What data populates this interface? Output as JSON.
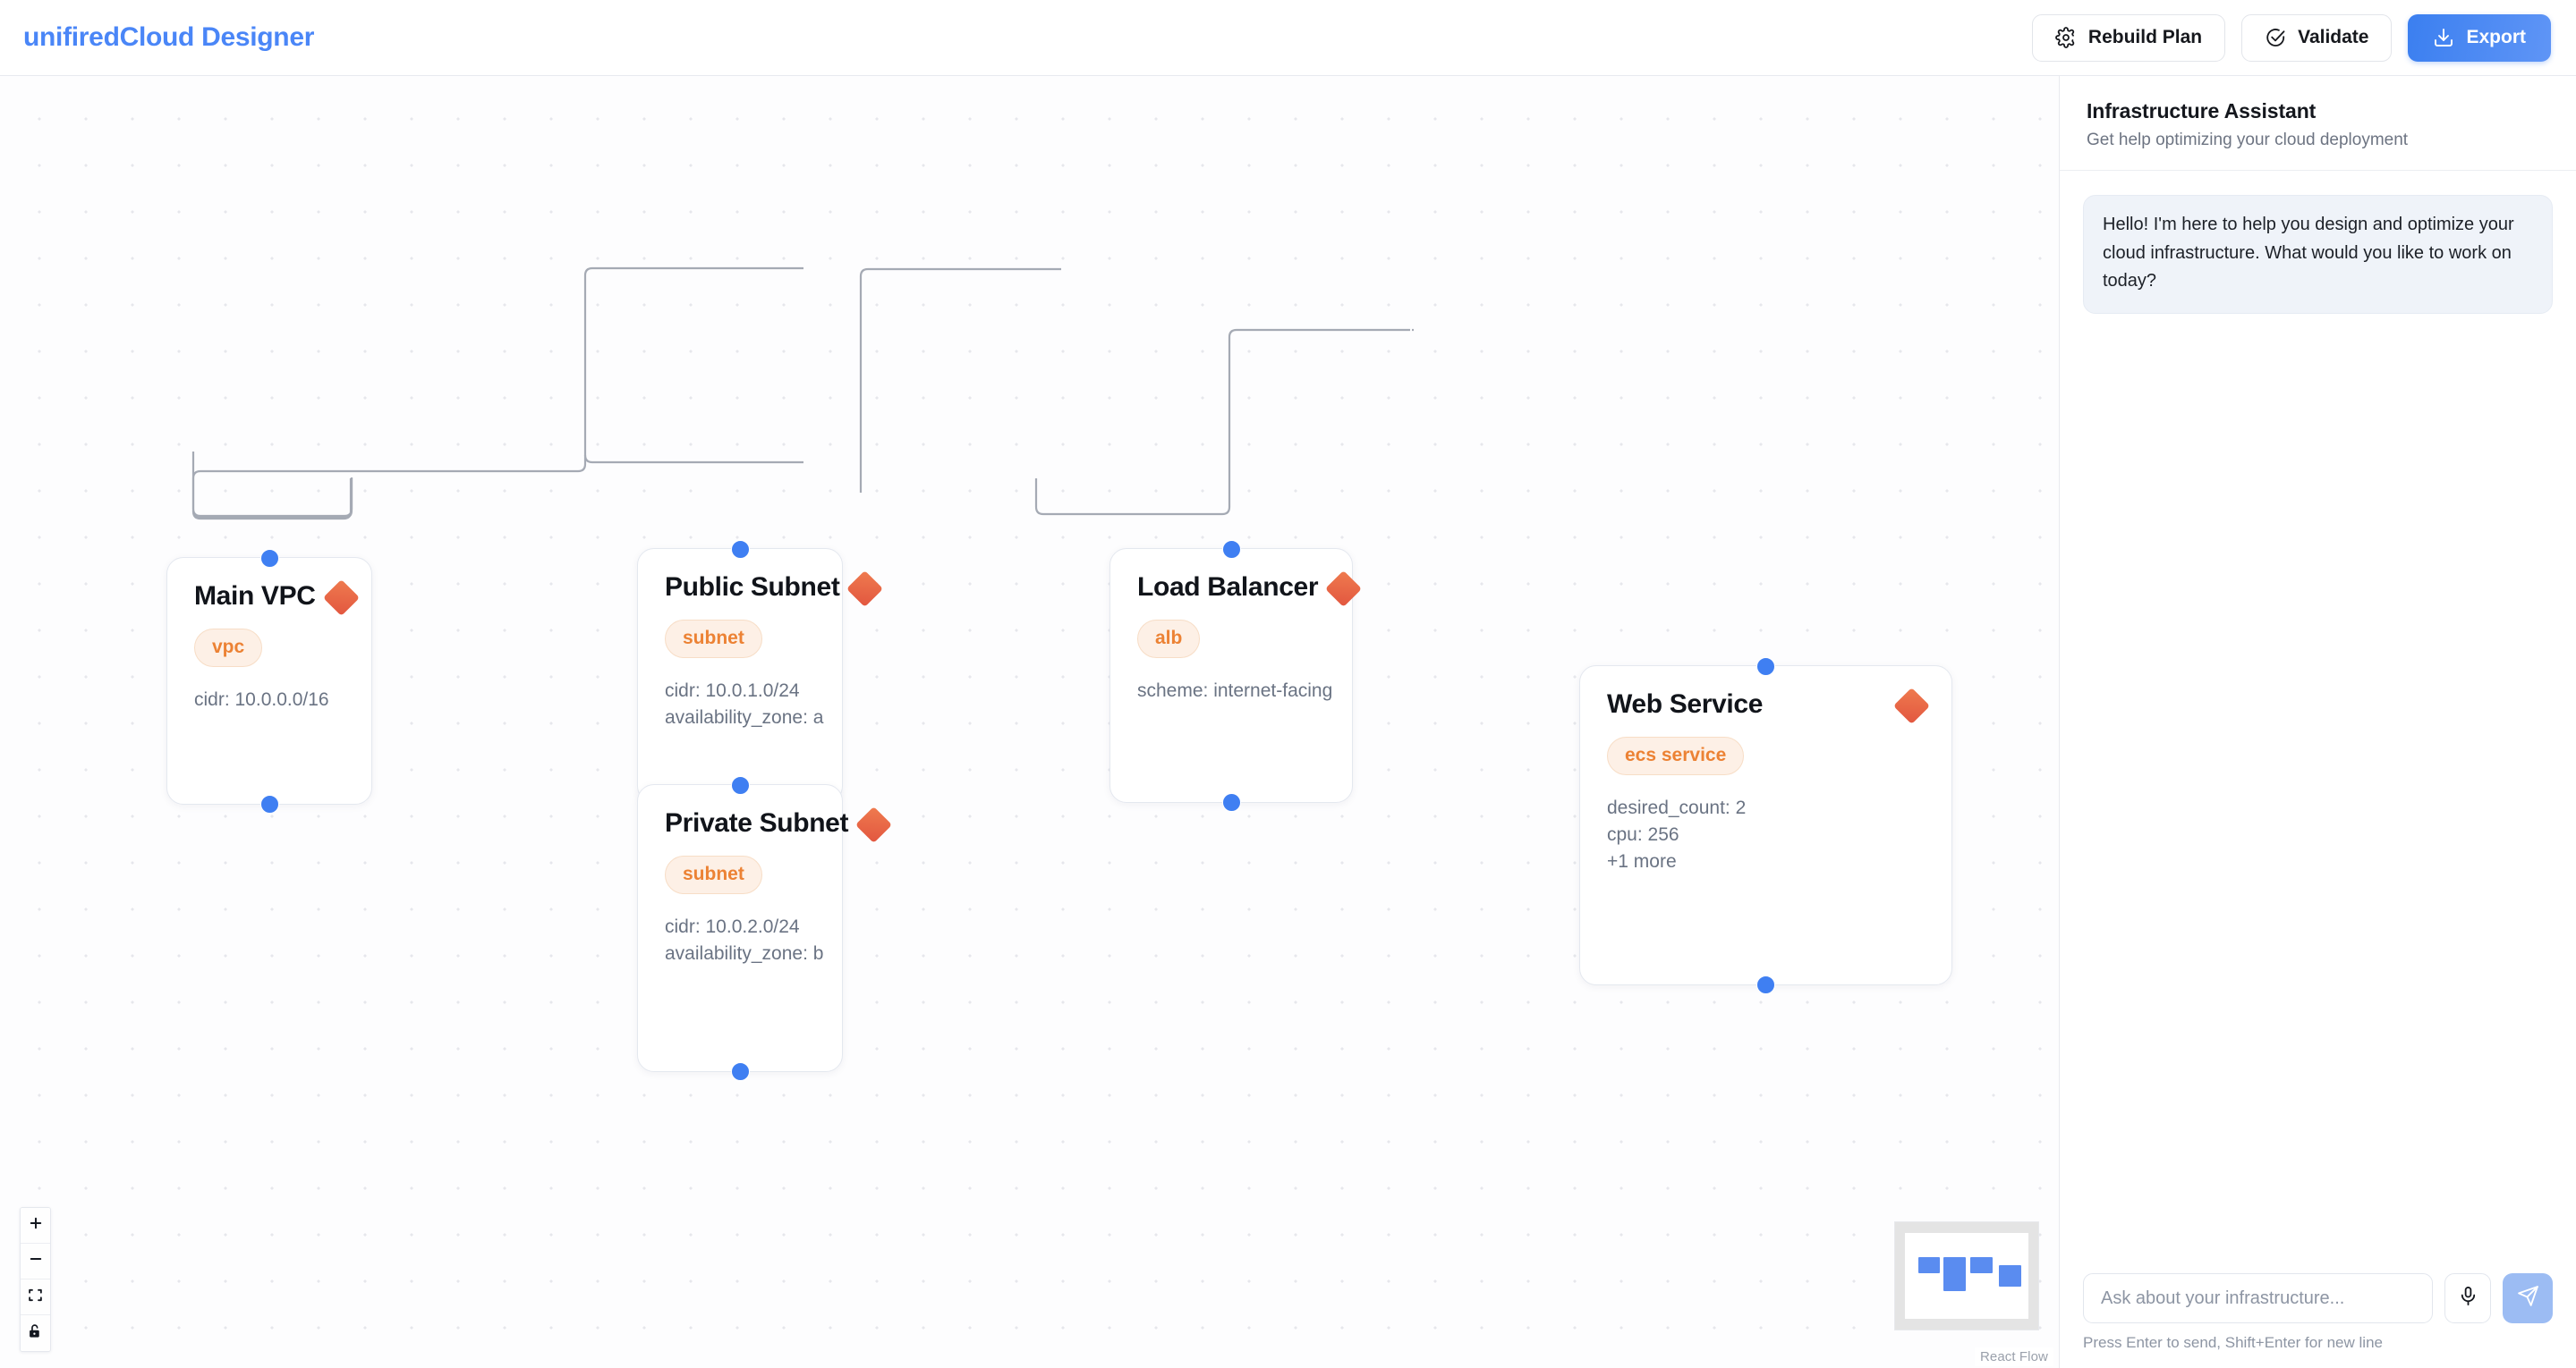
{
  "header": {
    "brand": "unifiredCloud Designer",
    "buttons": [
      {
        "label": "Rebuild Plan",
        "icon": "gear-icon"
      },
      {
        "label": "Validate",
        "icon": "check-circle-icon"
      },
      {
        "label": "Export",
        "icon": "download-icon"
      }
    ]
  },
  "canvas": {
    "attribution": "React Flow",
    "controls": [
      {
        "name": "zoom-in",
        "icon": "plus-icon"
      },
      {
        "name": "zoom-out",
        "icon": "minus-icon"
      },
      {
        "name": "fit-view",
        "icon": "fit-view-icon"
      },
      {
        "name": "toggle-interactivity",
        "icon": "unlock-icon"
      }
    ],
    "nodes": [
      {
        "id": "main-vpc",
        "title": "Main VPC",
        "badge": "vpc",
        "props": [
          "cidr: 10.0.0.0/16"
        ]
      },
      {
        "id": "public-subnet",
        "title": "Public Subnet",
        "badge": "subnet",
        "props": [
          "cidr: 10.0.1.0/24",
          "availability_zone: a"
        ]
      },
      {
        "id": "private-subnet",
        "title": "Private Subnet",
        "badge": "subnet",
        "props": [
          "cidr: 10.0.2.0/24",
          "availability_zone: b"
        ]
      },
      {
        "id": "load-balancer",
        "title": "Load Balancer",
        "badge": "alb",
        "props": [
          "scheme: internet-facing"
        ]
      },
      {
        "id": "web-service",
        "title": "Web Service",
        "badge": "ecs service",
        "props": [
          "desired_count: 2",
          "cpu: 256",
          "+1 more"
        ]
      }
    ]
  },
  "panel": {
    "title": "Infrastructure Assistant",
    "subtitle": "Get help optimizing your cloud deployment",
    "messages": [
      "Hello! I'm here to help you design and optimize your cloud infrastructure. What would you like to work on today?"
    ],
    "composer": {
      "placeholder": "Ask about your infrastructure...",
      "value": "",
      "hint": "Press Enter to send, Shift+Enter for new line",
      "mic_icon": "microphone-icon",
      "send_icon": "send-icon"
    }
  },
  "colors": {
    "brand": "#4a86f7",
    "accent": "#3b7ff0",
    "node_accent": "#e2563f",
    "badge_text": "#ec8234",
    "handle": "#3f7ff2"
  }
}
